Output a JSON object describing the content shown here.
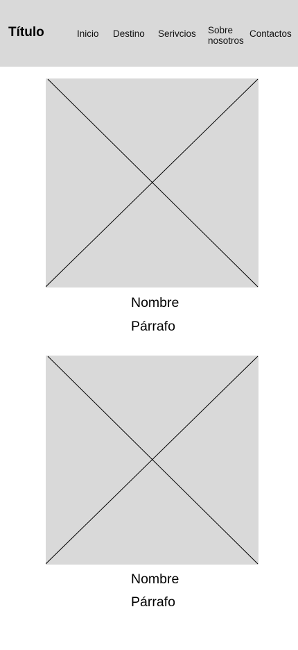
{
  "header": {
    "title": "Título",
    "background_color": "#d9d9d9",
    "nav": [
      {
        "label": "Inicio"
      },
      {
        "label": "Destino"
      },
      {
        "label": "Serivcios"
      },
      {
        "label": "Sobre nosotros"
      },
      {
        "label": "Contactos"
      }
    ]
  },
  "cards": [
    {
      "image_icon": "placeholder-image-icon",
      "name": "Nombre",
      "text": "Párrafo"
    },
    {
      "image_icon": "placeholder-image-icon",
      "name": "Nombre",
      "text": "Párrafo"
    }
  ],
  "colors": {
    "placeholder": "#d9d9d9",
    "text": "#000000"
  }
}
